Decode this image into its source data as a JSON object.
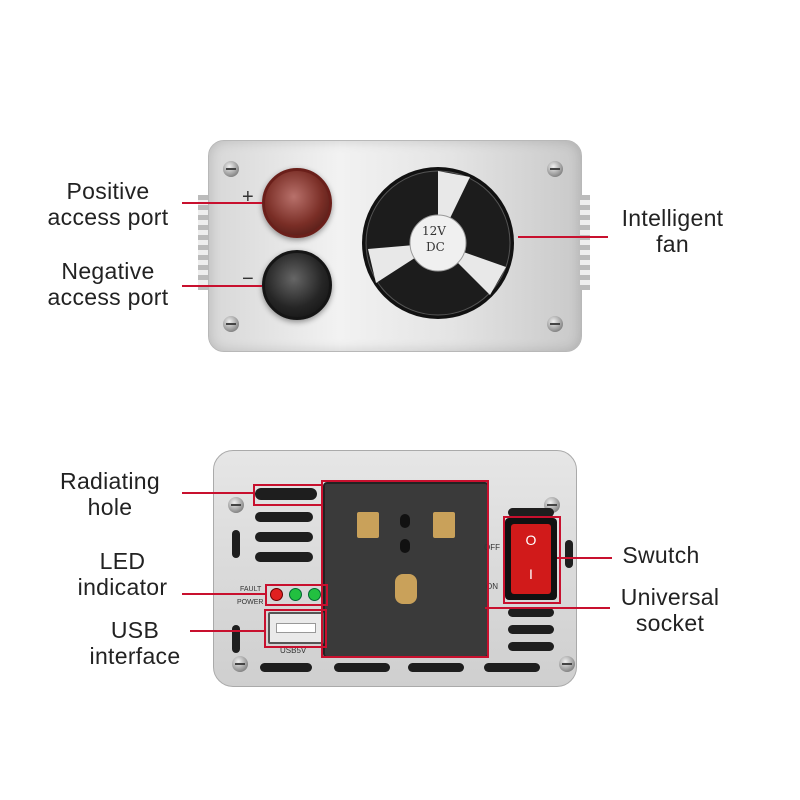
{
  "labels": {
    "positive": [
      "Positive",
      "access  port"
    ],
    "negative": [
      "Negative",
      "access  port"
    ],
    "fan": [
      "Intelligent",
      "fan"
    ],
    "radiating": [
      "Radiating",
      "hole"
    ],
    "led": [
      "LED",
      "indicator"
    ],
    "usb": [
      "USB",
      "interface"
    ],
    "switch": [
      "Swutch"
    ],
    "socket": [
      "Universal",
      "socket"
    ]
  },
  "markings": {
    "plus": "+",
    "minus": "−",
    "fan_volt": "12V",
    "fan_dc": "DC",
    "fault": "FAULT",
    "power": "POWER",
    "usb5v": "USB5V",
    "off": "OFF",
    "on": "ON",
    "switch_on_symbol": "I",
    "switch_off_symbol": "O"
  },
  "colors": {
    "annotation": "#c8102e",
    "body": "#d9d9d9",
    "led_fault": "#e02020",
    "led_power": "#22c040"
  }
}
